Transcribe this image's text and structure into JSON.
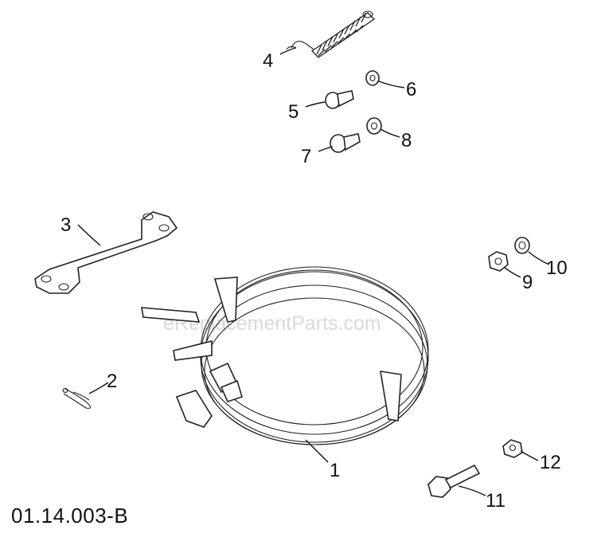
{
  "diagram": {
    "id_text": "01.14.003-B",
    "watermark": "eReplacementParts.com",
    "callouts": [
      "1",
      "2",
      "3",
      "4",
      "5",
      "6",
      "7",
      "8",
      "9",
      "10",
      "11",
      "12"
    ]
  },
  "colors": {
    "line": "#222222",
    "background": "#ffffff",
    "watermark": "#d9d9d9"
  }
}
